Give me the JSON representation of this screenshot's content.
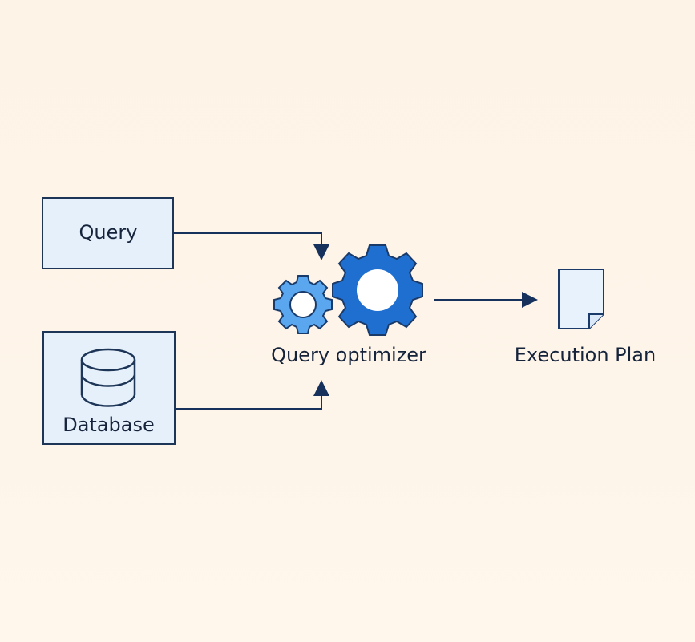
{
  "nodes": {
    "query": {
      "label": "Query"
    },
    "database": {
      "label": "Database"
    },
    "optimizer": {
      "label": "Query optimizer"
    },
    "plan": {
      "label": "Execution Plan"
    }
  },
  "icons": {
    "database": "database-icon",
    "optimizer": "gears-icon",
    "plan": "document-icon"
  },
  "colors": {
    "background": "#fdf3e7",
    "box_fill": "#e6f0fb",
    "box_stroke": "#1d3556",
    "arrow": "#16325c",
    "gear_dark": "#1f6fd1",
    "gear_light": "#5aa7ef",
    "paper": "#e8f2fc"
  }
}
